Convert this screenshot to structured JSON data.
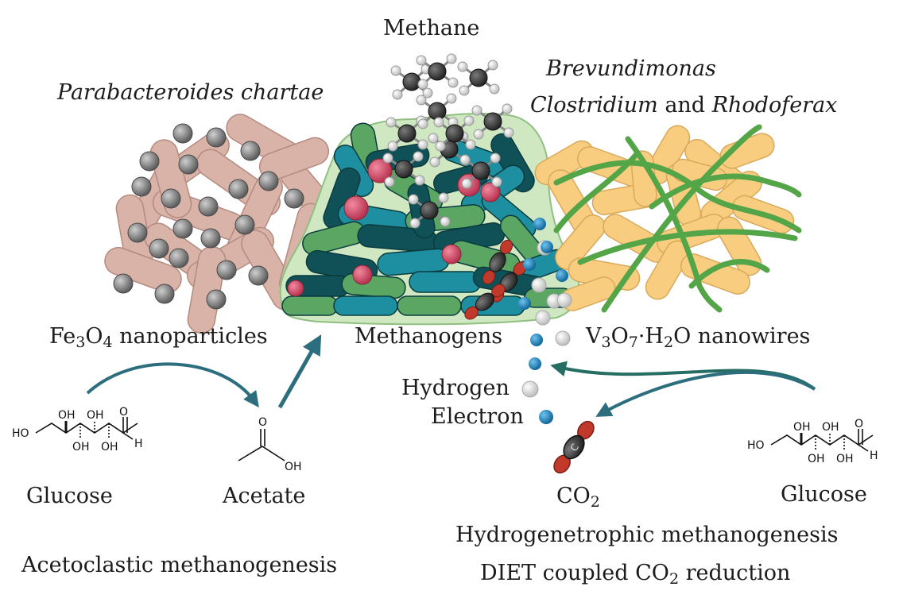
{
  "labels": {
    "methane": "Methane",
    "parabacteroides": "Parabacteroides chartae",
    "brevundimonas": "Brevundimonas",
    "clostridium": "Clostridium",
    "and": "and",
    "rhodoferax": "Rhodoferax",
    "fe3o4_base1": "Fe",
    "fe3o4_sub1": "3",
    "fe3o4_base2": "O",
    "fe3o4_sub2": "4",
    "fe3o4_rest": " nanoparticles",
    "methanogens": "Methanogens",
    "v3o7_v": "V",
    "v3o7_sub1": "3",
    "v3o7_o": "O",
    "v3o7_sub2": "7",
    "v3o7_dot": "·H",
    "v3o7_sub3": "2",
    "v3o7_rest": "O nanowires",
    "hydrogen": "Hydrogen",
    "electron": "Electron",
    "glucose_left": "Glucose",
    "acetate": "Acetate",
    "co2_base": "CO",
    "co2_sub": "2",
    "glucose_right": "Glucose",
    "hydrogenotrophic": "Hydrogenetrophic methanogenesis",
    "diet_prefix": "DIET coupled CO",
    "diet_sub": "2",
    "diet_suffix": " reduction",
    "acetoclastic": "Acetoclastic methanogenesis"
  },
  "structures": {
    "ho": "HO",
    "oh": "OH",
    "o": "O",
    "h": "H",
    "c": "C"
  },
  "colors": {
    "pink_rod": "#d9b3a8",
    "pink_rod_edge": "#b48a7f",
    "nanoparticle": "#7d7d7d",
    "teal_dark": "#0f5157",
    "teal": "#1e8fa0",
    "green_rod": "#5aa662",
    "green_rod_dark": "#3c7f44",
    "biofilm": "#cfe8c2",
    "biofilm_edge": "#8fc07f",
    "pink_sphere": "#d9506e",
    "yellow_rod": "#f8cd80",
    "yellow_rod_edge": "#d9a95a",
    "nanowire": "#53a548",
    "electron": "#1b8ac6",
    "hydrogen": "#e6e6e6",
    "arrow": "#2d6e7e",
    "oxygen": "#c0392b",
    "carbon": "#3a3a3a"
  }
}
